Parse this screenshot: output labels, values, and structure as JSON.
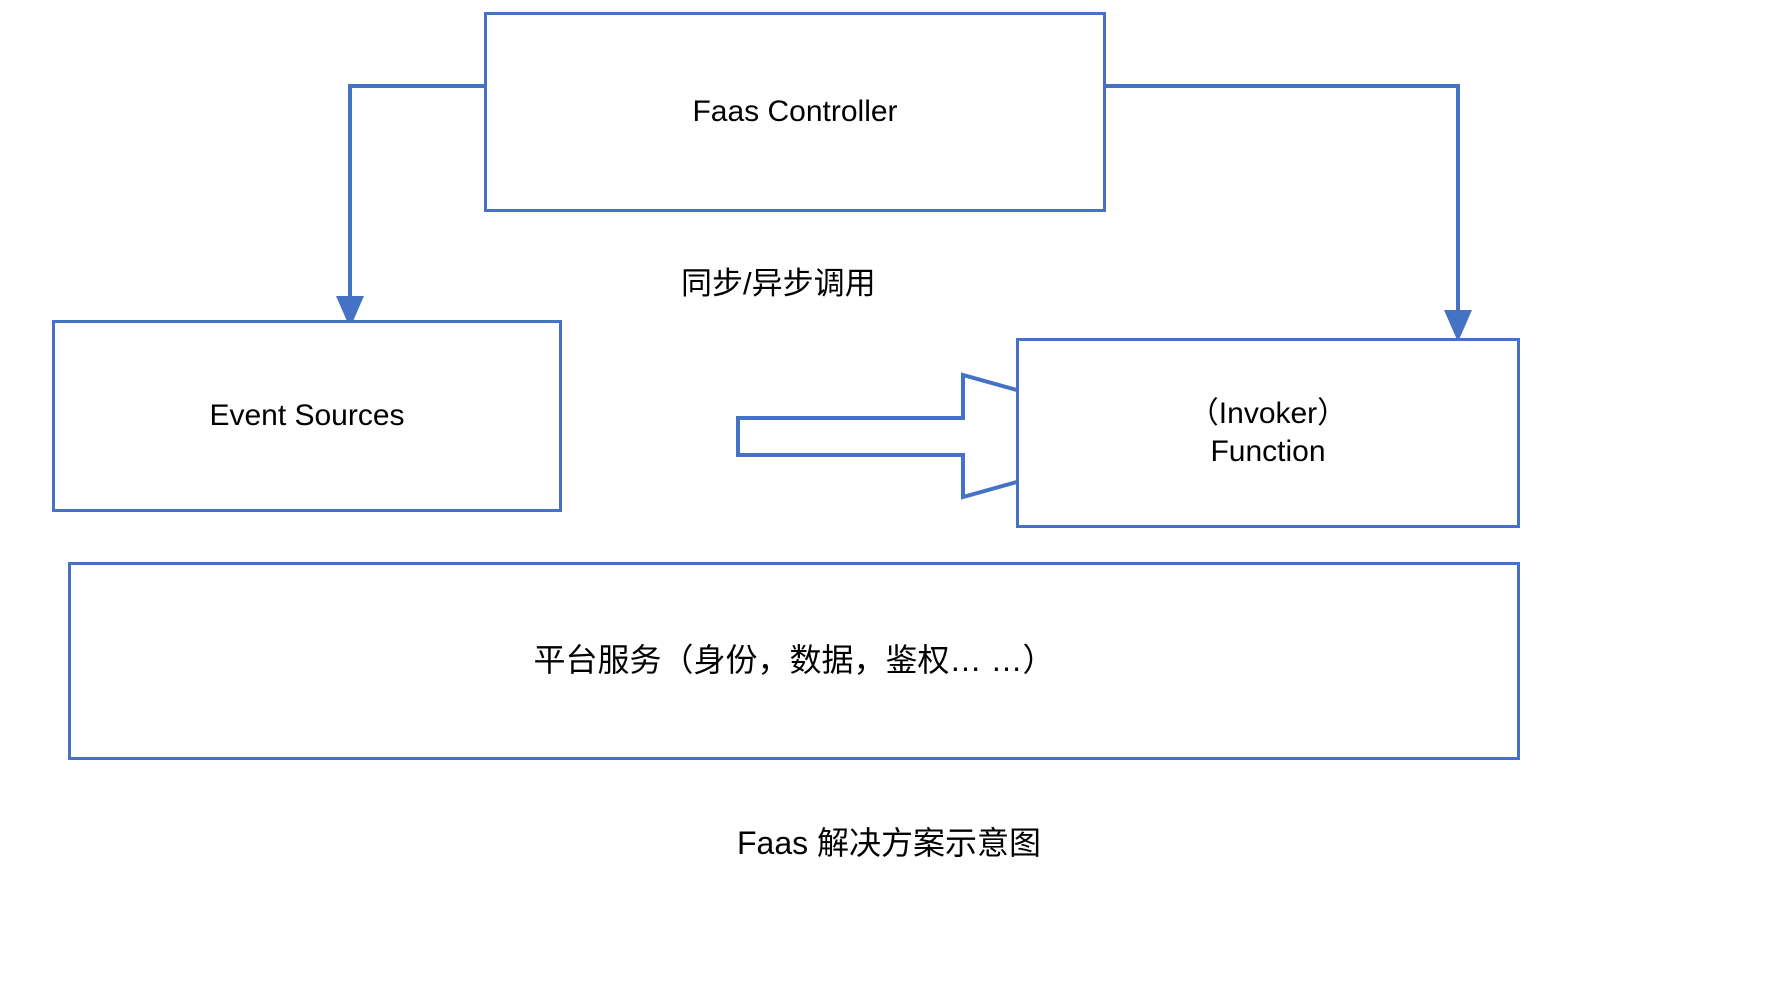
{
  "diagram": {
    "title": "Faas 解决方案示意图",
    "accent_color": "#4472c4",
    "background_color": "#ffffff",
    "text_color": "#000000",
    "nodes": [
      {
        "id": "controller",
        "label": "Faas Controller"
      },
      {
        "id": "event_sources",
        "label": "Event Sources"
      },
      {
        "id": "function",
        "label": "（Invoker）\nFunction"
      },
      {
        "id": "platform",
        "label": "平台服务（身份，数据，鉴权… …）"
      }
    ],
    "edge_labels": [
      {
        "id": "invoke",
        "label": "同步/异步调用"
      }
    ],
    "connectors": [
      {
        "from": "controller",
        "to": "event_sources",
        "arrow": "down"
      },
      {
        "from": "controller",
        "to": "function",
        "arrow": "down"
      },
      {
        "from": "event_sources",
        "to": "function",
        "arrow": "block-right"
      }
    ]
  }
}
